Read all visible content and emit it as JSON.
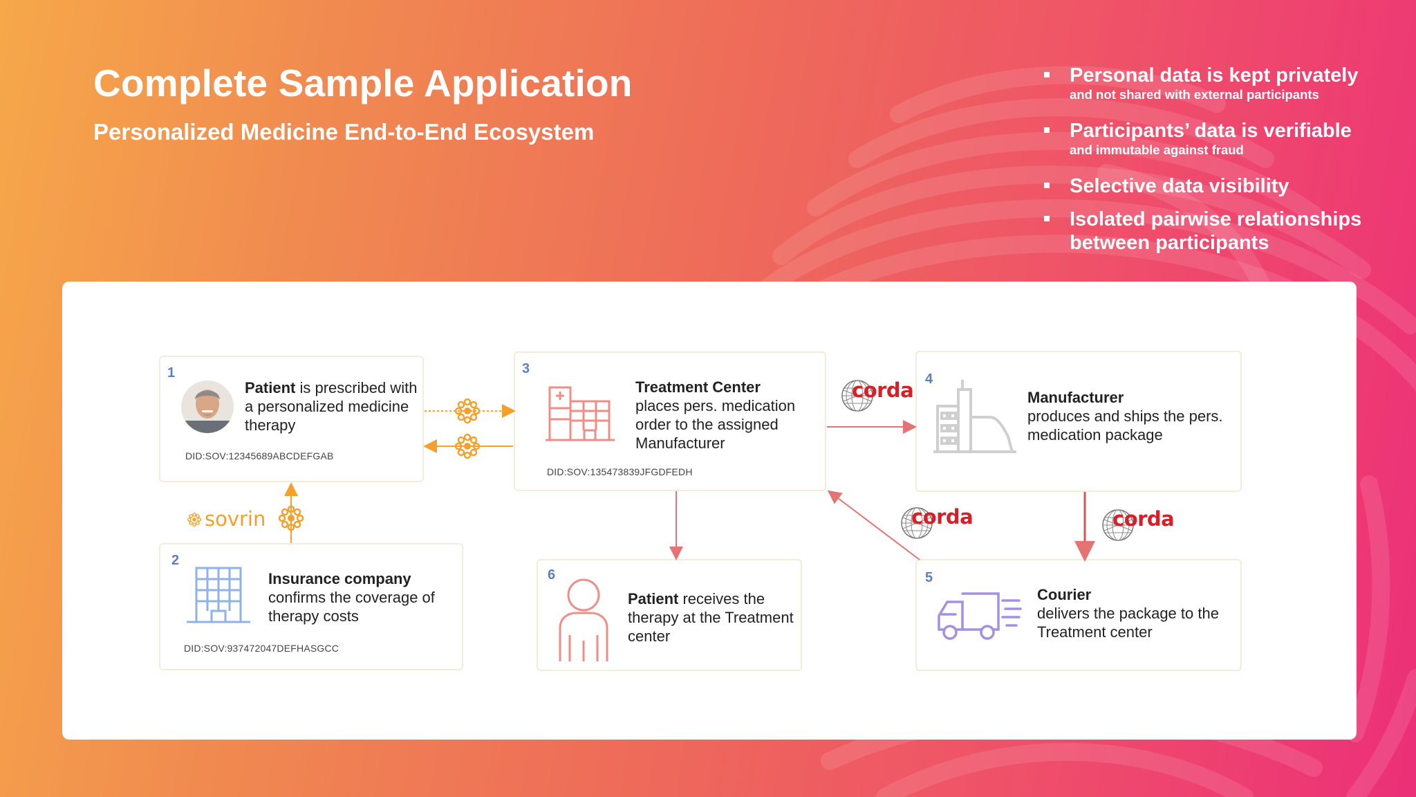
{
  "header": {
    "title": "Complete Sample Application",
    "subtitle": "Personalized Medicine End-to-End Ecosystem"
  },
  "bullets": [
    {
      "main": "Personal data is kept privately",
      "sub": "and not shared with external participants"
    },
    {
      "main": "Participants’ data is verifiable",
      "sub": "and immutable against fraud"
    },
    {
      "main": "Selective data visibility",
      "sub": ""
    },
    {
      "main": "Isolated pairwise relationships between participants",
      "sub": ""
    }
  ],
  "cards": {
    "patient": {
      "num": "1",
      "bold": "Patient",
      "text": " is prescribed with a personalized medicine therapy",
      "did": "DID:SOV:12345689ABCDEFGAB"
    },
    "insurance": {
      "num": "2",
      "bold": "Insurance company",
      "text": "confirms the coverage of therapy costs",
      "did": "DID:SOV:937472047DEFHASGCC"
    },
    "treatment": {
      "num": "3",
      "bold": "Treatment Center",
      "text": "places pers. medication order to the assigned Manufacturer",
      "did": "DID:SOV:135473839JFGDFEDH"
    },
    "manufacturer": {
      "num": "4",
      "bold": "Manufacturer",
      "text": "produces and ships the pers. medication package"
    },
    "courier": {
      "num": "5",
      "bold": "Courier",
      "text": "delivers the package to the Treatment center"
    },
    "patient_receives": {
      "num": "6",
      "bold": "Patient",
      "text": " receives the therapy at the Treatment center"
    }
  },
  "logos": {
    "sovrin": "sovrin",
    "corda": "corda"
  },
  "colors": {
    "sovrin_orange": "#f3a12a",
    "corda_red": "#d71f27",
    "arrow_red": "#e57373",
    "number_blue": "#5b7fbf",
    "card_border": "#f4ecd9"
  }
}
